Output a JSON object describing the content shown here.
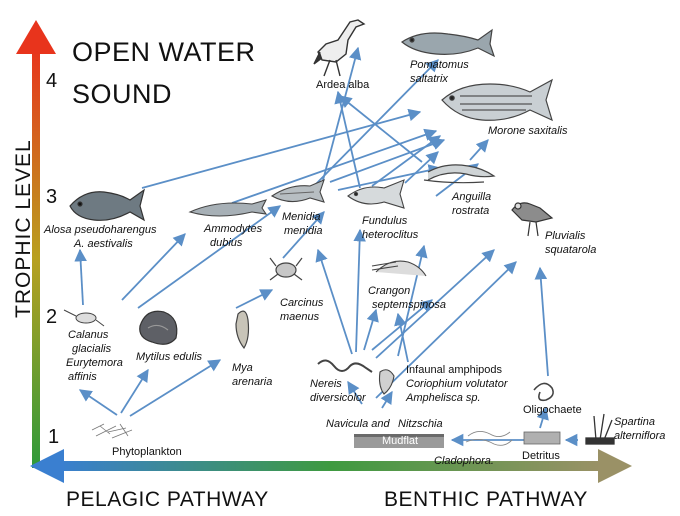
{
  "title": {
    "line1": "OPEN WATER",
    "line2": "SOUND"
  },
  "y_axis": {
    "label": "TROPHIC LEVEL",
    "ticks": [
      "1",
      "2",
      "3",
      "4"
    ],
    "colors": [
      "#2e9a3a",
      "#e8341c"
    ]
  },
  "x_axis": {
    "left_label": "PELAGIC  PATHWAY",
    "right_label": "BENTHIC  PATHWAY",
    "colors": [
      "#3a7fd0",
      "#9a9166"
    ]
  },
  "arrow_color": "#5b8fc7",
  "organisms": {
    "ardea": "Ardea alba",
    "pomatomus": [
      "Pomatomus",
      "saltatrix"
    ],
    "morone": "Morone saxitalis",
    "alosa": [
      "Alosa pseudoharengus",
      "A. aestivalis"
    ],
    "ammodytes": [
      "Ammodytes",
      "dubius"
    ],
    "menidia": [
      "Menidia",
      "menidia"
    ],
    "fundulus": [
      "Fundulus",
      "heteroclitus"
    ],
    "anguilla": [
      "Anguilla",
      "rostrata"
    ],
    "pluvialis": [
      "Pluvialis",
      "squatarola"
    ],
    "crangon": [
      "Crangon",
      "septemspinosa"
    ],
    "carcinus": [
      "Carcinus",
      "maenus"
    ],
    "calanus": [
      "Calanus",
      "glacialis",
      "Eurytemora",
      "affinis"
    ],
    "mytilus": "Mytilus edulis",
    "mya": [
      "Mya",
      "arenaria"
    ],
    "nereis": [
      "Nereis",
      "diversicolor"
    ],
    "amphipods": [
      "Infaunal amphipods",
      "Coriophium volutator",
      "Amphelisca sp."
    ],
    "oligochaete": "Oligochaete",
    "spartina": [
      "Spartina",
      "alterniflora"
    ],
    "navicula": "Navicula and",
    "nitzschia": "Nitzschia",
    "mudflat": "Mudflat",
    "cladophora": "Cladophora.",
    "detritus": "Detritus",
    "phytoplankton": "Phytoplankton"
  }
}
